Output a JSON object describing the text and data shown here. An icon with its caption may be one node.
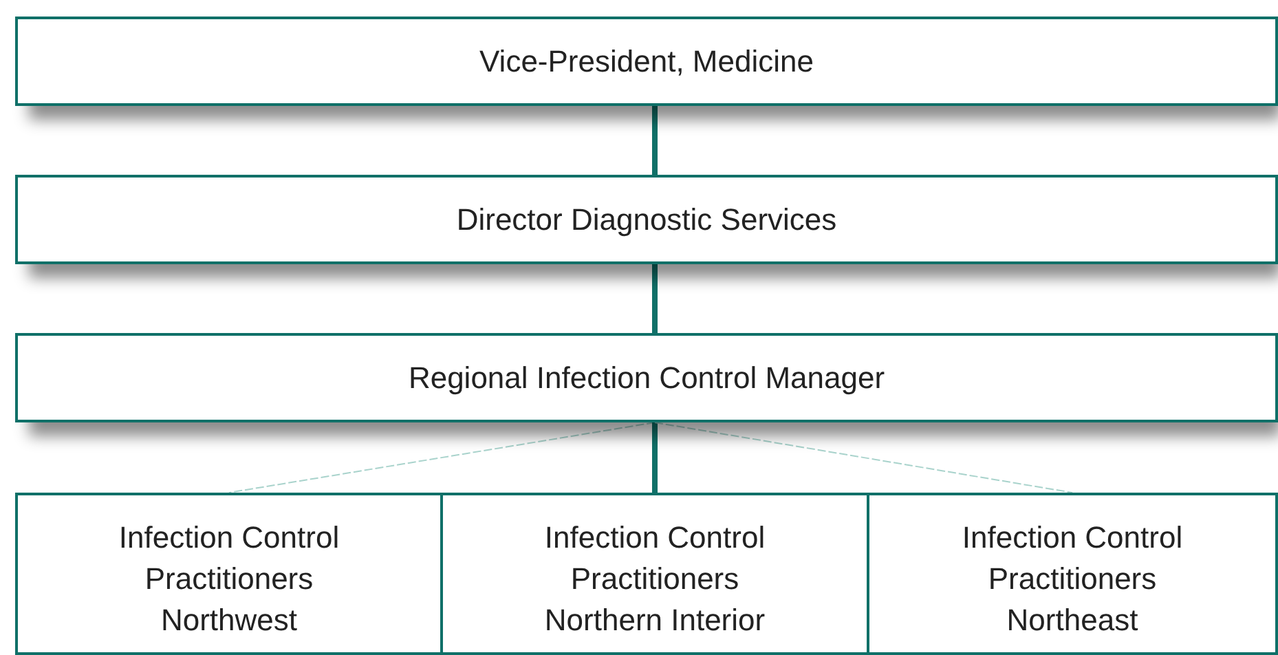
{
  "diagram": {
    "nodes": [
      {
        "text": [
          "Vice-President, Medicine"
        ]
      },
      {
        "text": [
          "Director Diagnostic Services"
        ]
      },
      {
        "text": [
          "Regional Infection Control Manager"
        ]
      },
      {
        "text": [
          "Infection Control Practitioners Northwest"
        ]
      },
      {
        "text": [
          "Infection Control Practitioners Northern Interior"
        ]
      },
      {
        "text": [
          "Infection Control Practitioners Northeast"
        ]
      }
    ],
    "edges": [
      {
        "from": 0,
        "to": 1,
        "arrow": "none"
      },
      {
        "from": 1,
        "to": 2,
        "arrow": "none"
      },
      {
        "from": 2,
        "to": 3,
        "arrow": "none",
        "style": "dashed",
        "color": "#a9d3cc"
      },
      {
        "from": 2,
        "to": 4,
        "arrow": "none"
      },
      {
        "from": 2,
        "to": 5,
        "arrow": "none",
        "style": "dashed",
        "color": "#a9d3cc"
      }
    ]
  }
}
